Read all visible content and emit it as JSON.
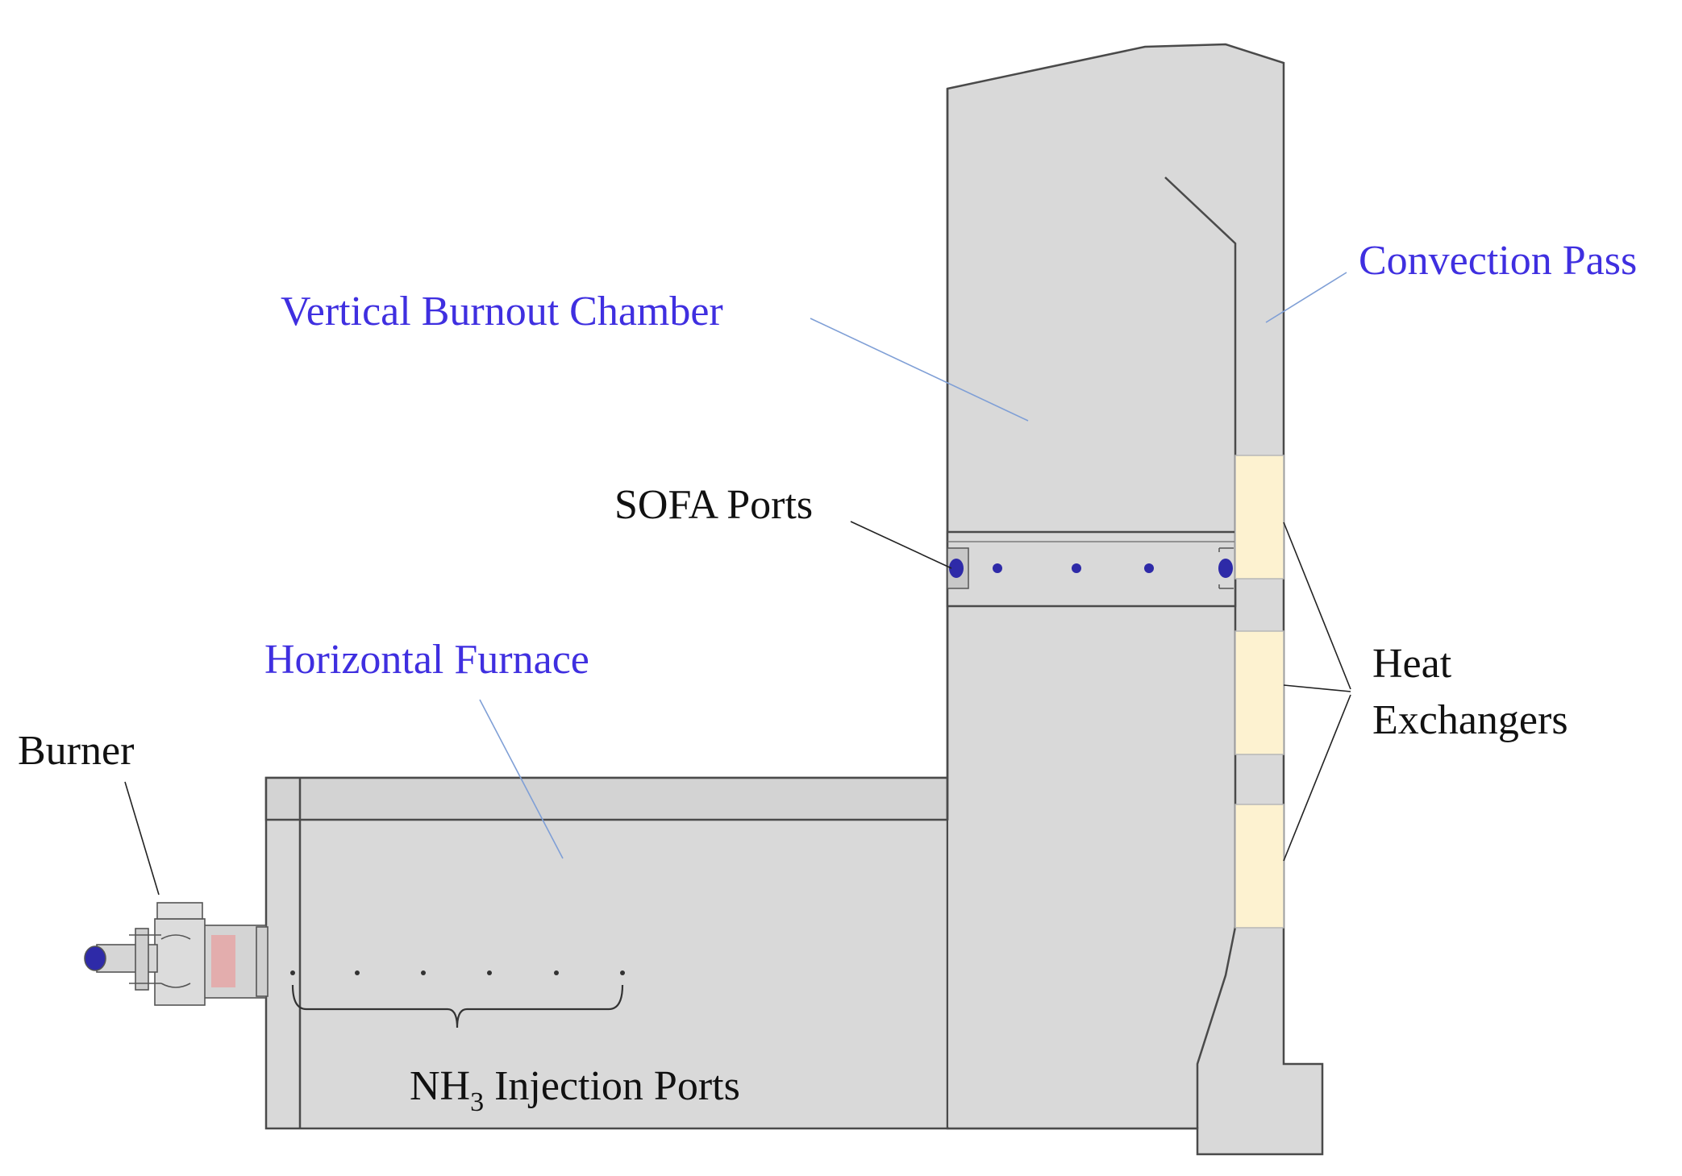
{
  "labels": {
    "vertical_burnout_chamber": "Vertical Burnout Chamber",
    "convection_pass": "Convection Pass",
    "sofa_ports": "SOFA Ports",
    "horizontal_furnace": "Horizontal Furnace",
    "burner": "Burner",
    "heat": "Heat",
    "exchangers": "Exchangers",
    "nh3_prefix": "NH",
    "nh3_subscript": "3",
    "nh3_suffix": " Injection Ports"
  },
  "colors": {
    "section_label": "#3f2fe0",
    "component_label": "#111111",
    "wall_fill": "#d9d9d9",
    "outline": "#4a4a4a",
    "heat_exchanger_fill": "#fdf2d0",
    "port_fill": "#2e2aa8",
    "leader_blue": "#7f9fd6",
    "burner_accent": "#e8a0a0"
  }
}
